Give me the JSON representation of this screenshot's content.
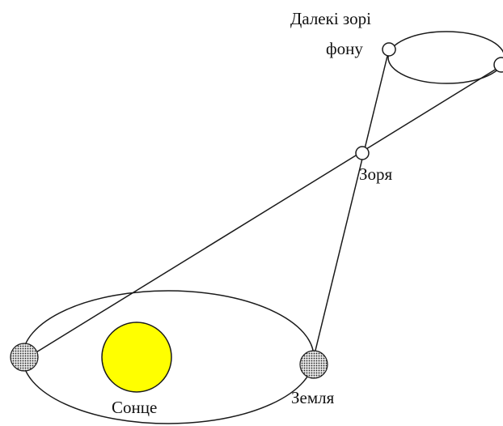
{
  "labels": {
    "background_stars_line1": "Далекі зорі",
    "background_stars_line2": "фону",
    "star": "Зоря",
    "sun": "Сонце",
    "earth": "Земля"
  },
  "colors": {
    "line": "#1a1a1a",
    "sun_fill": "#ffff00",
    "earth_fill": "#a0a0a0",
    "star_fill": "#ffffff",
    "background": "#ffffff"
  },
  "icons": {
    "earth": "dotted-circle",
    "sun": "filled-circle",
    "star": "hollow-circle"
  }
}
